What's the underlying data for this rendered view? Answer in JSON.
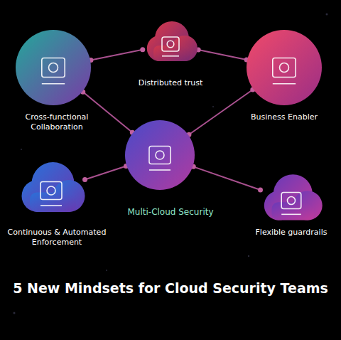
{
  "diagram": {
    "title": "5 New Mindsets for Cloud Security Teams",
    "nodes": [
      {
        "text": [
          "Cross-functional Collaboration"
        ]
      },
      {
        "text": [
          "Distributed trust"
        ]
      },
      {
        "text": [
          "Business Enabler"
        ]
      },
      {
        "text": [
          "Multi-Cloud Security"
        ]
      },
      {
        "text": [
          "Continuous & Automated Enforcement"
        ]
      },
      {
        "text": [
          "Flexible guardrails"
        ]
      }
    ],
    "edges": [
      {
        "from": 0,
        "to": 1,
        "arrow": "none"
      },
      {
        "from": 1,
        "to": 2,
        "arrow": "none"
      },
      {
        "from": 0,
        "to": 3,
        "arrow": "none"
      },
      {
        "from": 2,
        "to": 3,
        "arrow": "none"
      },
      {
        "from": 3,
        "to": 4,
        "arrow": "none"
      },
      {
        "from": 3,
        "to": 5,
        "arrow": "none"
      }
    ]
  }
}
